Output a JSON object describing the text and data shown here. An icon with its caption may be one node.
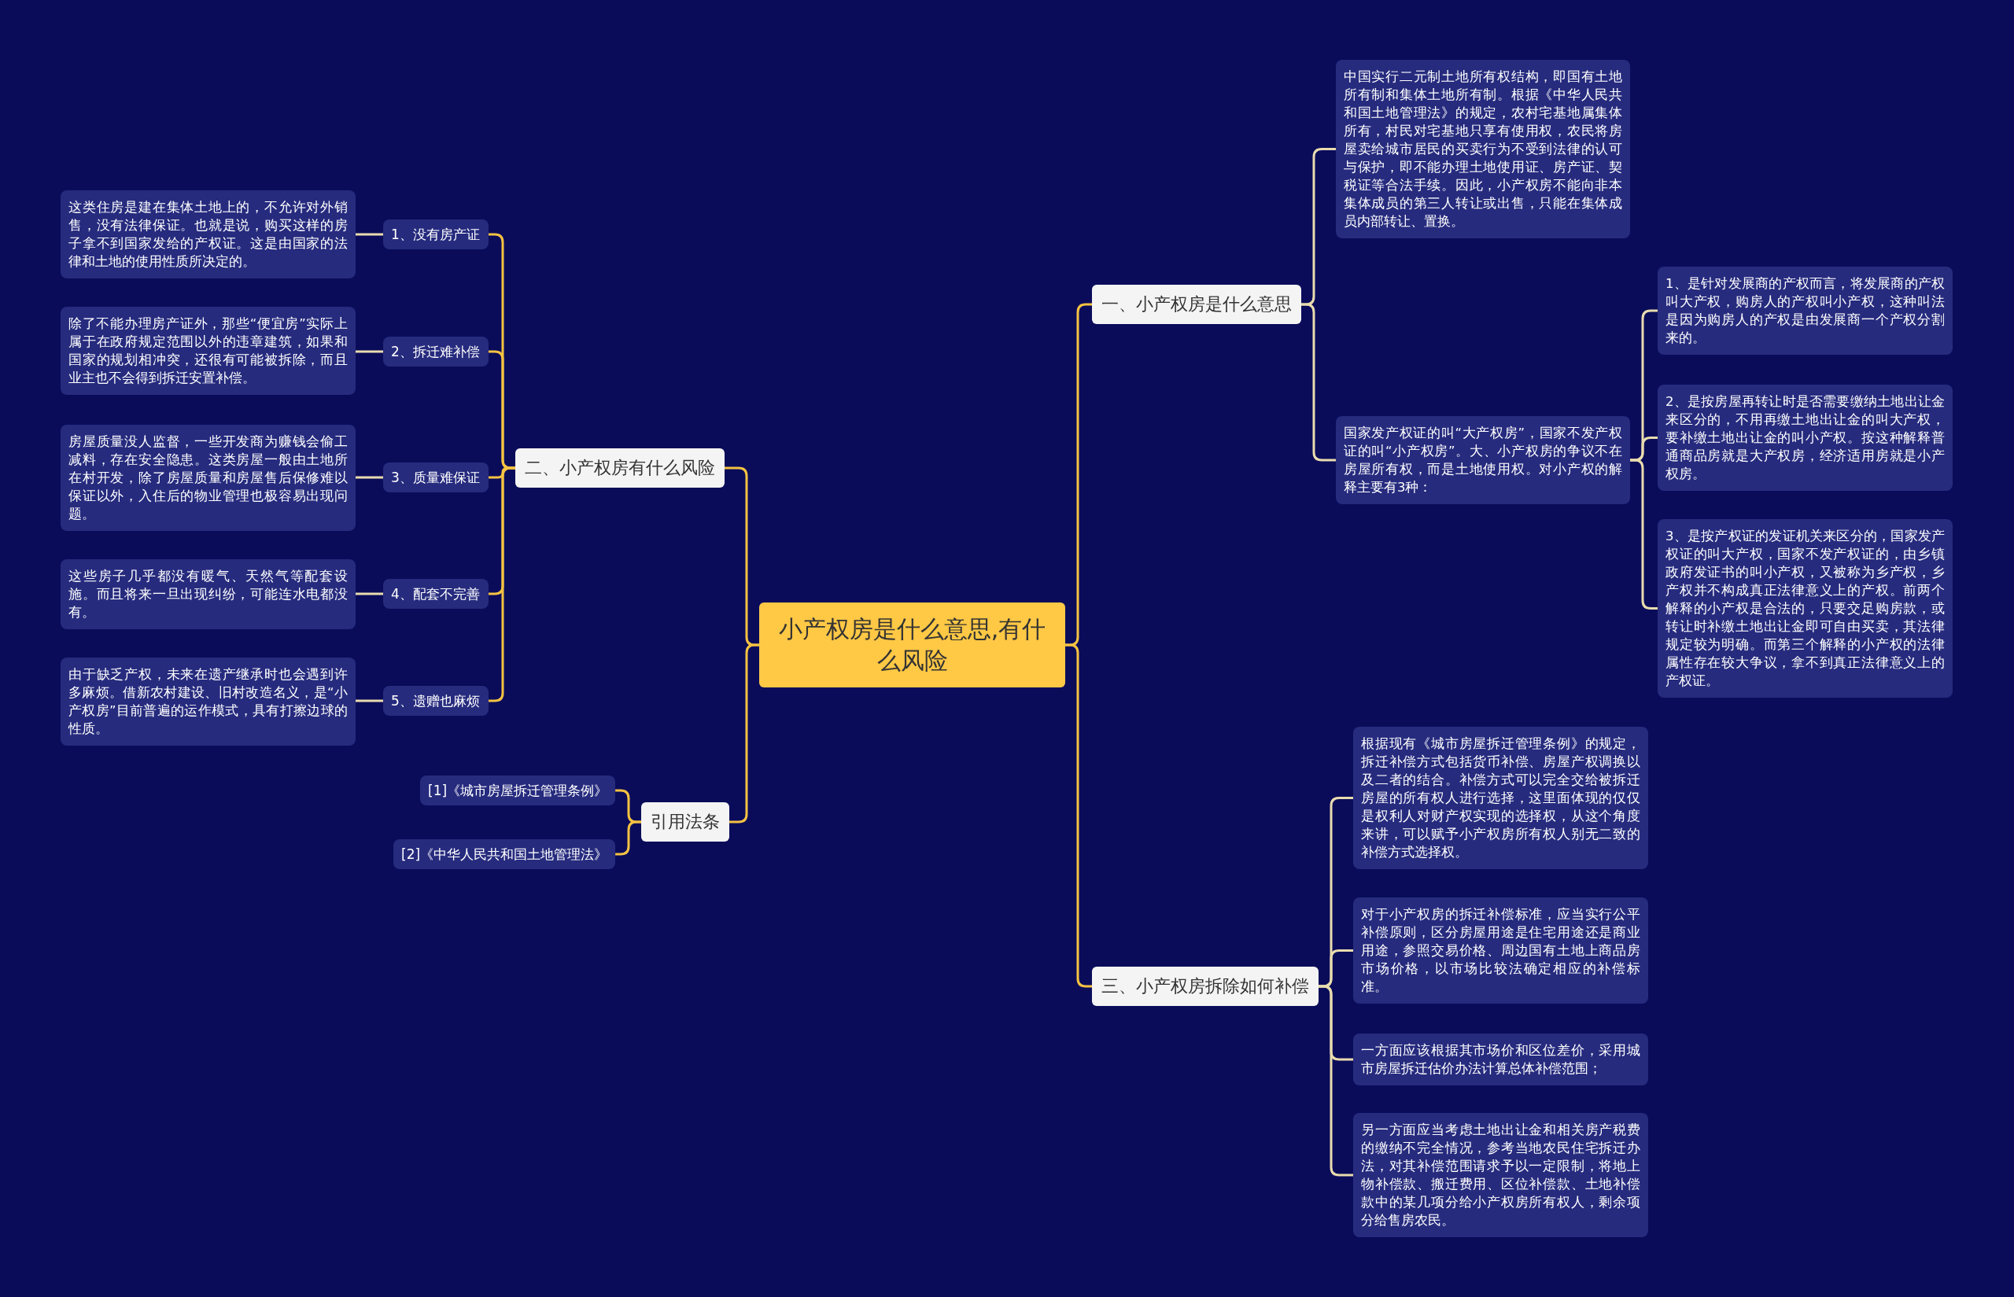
{
  "diagram": {
    "nodes": [
      {
        "text": [
          "小产权房是什么意思,有什么风险"
        ]
      },
      {
        "text": [
          "一、小产权房是什么意思"
        ]
      },
      {
        "text": [
          "中国实行二元制土地所有权结构，即国有土地所有制和集体土地所有制。根据《中华人民共和国土地管理法》的规定，农村宅基地属集体所有，村民对宅基地只享有使用权，农民将房屋卖给城市居民的买卖行为不受到法律的认可与保护，即不能办理土地使用证、房产证、契税证等合法手续。因此，小产权房不能向非本集体成员的第三人转让或出售，只能在集体成员内部转让、置换。"
        ]
      },
      {
        "text": [
          "国家发产权证的叫“大产权房”，国家不发产权证的叫“小产权房”。大、小产权房的争议不在房屋所有权，而是土地使用权。对小产权的解释主要有3种："
        ]
      },
      {
        "text": [
          "1、是针对发展商的产权而言，将发展商的产权叫大产权，购房人的产权叫小产权，这种叫法是因为购房人的产权是由发展商一个产权分割来的。"
        ]
      },
      {
        "text": [
          "2、是按房屋再转让时是否需要缴纳土地出让金来区分的，不用再缴土地出让金的叫大产权，要补缴土地出让金的叫小产权。按这种解释普通商品房就是大产权房，经济适用房就是小产权房。"
        ]
      },
      {
        "text": [
          "3、是按产权证的发证机关来区分的，国家发产权证的叫大产权，国家不发产权证的，由乡镇政府发证书的叫小产权，又被称为乡产权，乡产权并不构成真正法律意义上的产权。前两个解释的小产权是合法的，只要交足购房款，或转让时补缴土地出让金即可自由买卖，其法律规定较为明确。而第三个解释的小产权的法律属性存在较大争议，拿不到真正法律意义上的产权证。"
        ]
      },
      {
        "text": [
          "二、小产权房有什么风险"
        ]
      },
      {
        "text": [
          "1、没有房产证"
        ]
      },
      {
        "text": [
          "这类住房是建在集体土地上的，不允许对外销售，没有法律保证。也就是说，购买这样的房子拿不到国家发给的产权证。这是由国家的法律和土地的使用性质所决定的。"
        ]
      },
      {
        "text": [
          "2、拆迁难补偿"
        ]
      },
      {
        "text": [
          "除了不能办理房产证外，那些“便宜房”实际上属于在政府规定范围以外的违章建筑，如果和国家的规划相冲突，还很有可能被拆除，而且业主也不会得到拆迁安置补偿。"
        ]
      },
      {
        "text": [
          "3、质量难保证"
        ]
      },
      {
        "text": [
          "房屋质量没人监督，一些开发商为赚钱会偷工减料，存在安全隐患。这类房屋一般由土地所在村开发，除了房屋质量和房屋售后保修难以保证以外，入住后的物业管理也极容易出现问题。"
        ]
      },
      {
        "text": [
          "4、配套不完善"
        ]
      },
      {
        "text": [
          "这些房子几乎都没有暖气、天然气等配套设施。而且将来一旦出现纠纷，可能连水电都没有。"
        ]
      },
      {
        "text": [
          "5、遗赠也麻烦"
        ]
      },
      {
        "text": [
          "由于缺乏产权，未来在遗产继承时也会遇到许多麻烦。借新农村建设、旧村改造名义，是“小产权房”目前普遍的运作模式，具有打擦边球的性质。"
        ]
      },
      {
        "text": [
          "引用法条"
        ]
      },
      {
        "text": [
          "[1]《城市房屋拆迁管理条例》"
        ]
      },
      {
        "text": [
          "[2]《中华人民共和国土地管理法》"
        ]
      },
      {
        "text": [
          "三、小产权房拆除如何补偿"
        ]
      },
      {
        "text": [
          "根据现有《城市房屋拆迁管理条例》的规定，拆迁补偿方式包括货币补偿、房屋产权调换以及二者的结合。补偿方式可以完全交给被拆迁房屋的所有权人进行选择，这里面体现的仅仅是权利人对财产权实现的选择权，从这个角度来讲，可以赋予小产权房所有权人别无二致的补偿方式选择权。"
        ]
      },
      {
        "text": [
          "对于小产权房的拆迁补偿标准，应当实行公平补偿原则，区分房屋用途是住宅用途还是商业用途，参照交易价格、周边国有土地上商品房市场价格，以市场比较法确定相应的补偿标准。"
        ]
      },
      {
        "text": [
          "一方面应该根据其市场价和区位差价，采用城市房屋拆迁估价办法计算总体补偿范围；"
        ]
      },
      {
        "text": [
          "另一方面应当考虑土地出让金和相关房产税费的缴纳不完全情况，参考当地农民住宅拆迁办法，对其补偿范围请求予以一定限制，将地上物补偿款、搬迁费用、区位补偿款、土地补偿款中的某几项分给小产权房所有权人，剩余项分给售房农民。"
        ]
      }
    ],
    "edges": [
      {
        "from": 0,
        "to": 1,
        "arrow": "none",
        "color": "#f5c242"
      },
      {
        "from": 1,
        "to": 2,
        "arrow": "none"
      },
      {
        "from": 1,
        "to": 3,
        "arrow": "none"
      },
      {
        "from": 3,
        "to": 4,
        "arrow": "none"
      },
      {
        "from": 3,
        "to": 5,
        "arrow": "none"
      },
      {
        "from": 3,
        "to": 6,
        "arrow": "none"
      },
      {
        "from": 0,
        "to": 7,
        "arrow": "none",
        "color": "#f5c242"
      },
      {
        "from": 7,
        "to": 8,
        "arrow": "none",
        "color": "#f5c242"
      },
      {
        "from": 8,
        "to": 9,
        "arrow": "none"
      },
      {
        "from": 7,
        "to": 10,
        "arrow": "none",
        "color": "#f5c242"
      },
      {
        "from": 10,
        "to": 11,
        "arrow": "none"
      },
      {
        "from": 7,
        "to": 12,
        "arrow": "none",
        "color": "#f5c242"
      },
      {
        "from": 12,
        "to": 13,
        "arrow": "none"
      },
      {
        "from": 7,
        "to": 14,
        "arrow": "none",
        "color": "#f5c242"
      },
      {
        "from": 14,
        "to": 15,
        "arrow": "none"
      },
      {
        "from": 7,
        "to": 16,
        "arrow": "none",
        "color": "#f5c242"
      },
      {
        "from": 16,
        "to": 17,
        "arrow": "none"
      },
      {
        "from": 0,
        "to": 18,
        "arrow": "none",
        "color": "#f5c242"
      },
      {
        "from": 18,
        "to": 19,
        "arrow": "none",
        "color": "#f5c242"
      },
      {
        "from": 18,
        "to": 20,
        "arrow": "none",
        "color": "#f5c242"
      },
      {
        "from": 0,
        "to": 21,
        "arrow": "none",
        "color": "#f5c242"
      },
      {
        "from": 21,
        "to": 22,
        "arrow": "none"
      },
      {
        "from": 21,
        "to": 23,
        "arrow": "none"
      },
      {
        "from": 21,
        "to": 24,
        "arrow": "none"
      },
      {
        "from": 21,
        "to": 25,
        "arrow": "none"
      }
    ]
  }
}
